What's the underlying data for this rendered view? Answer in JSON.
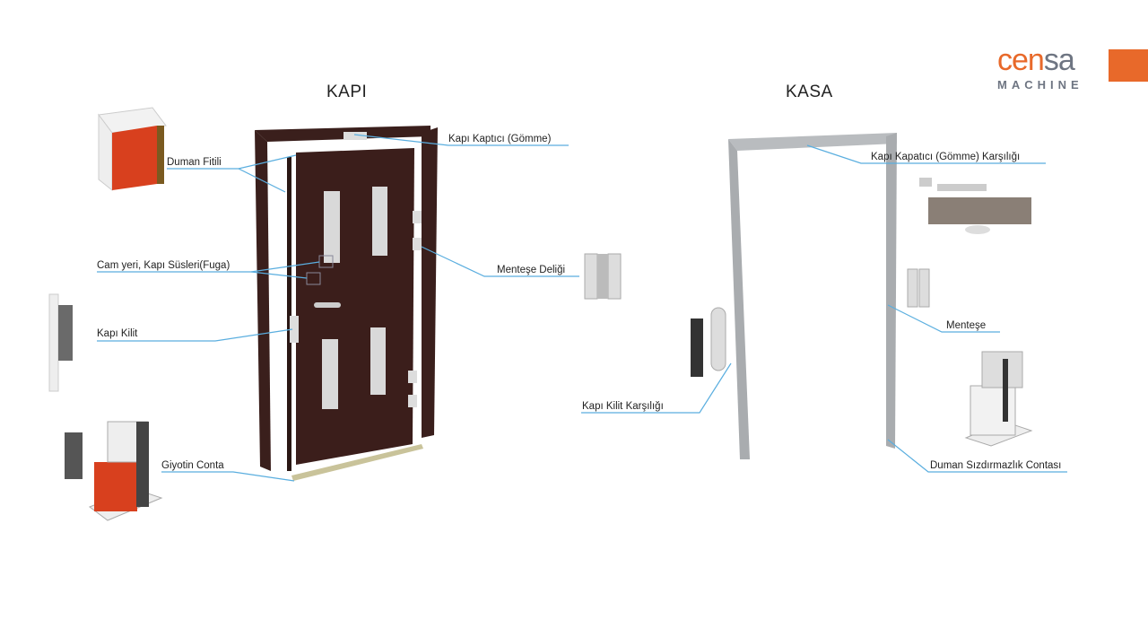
{
  "logo": {
    "brand_a": "cen",
    "brand_b": "sa",
    "sub": "MACHINE",
    "accent": "#e8692a"
  },
  "sections": {
    "door": "KAPI",
    "frame": "KASA"
  },
  "door_labels": {
    "smoke_seal": "Duman Fitili",
    "closer": "Kapı Kaptıcı (Gömme)",
    "glass": "Cam yeri, Kapı Süsleri(Fuga)",
    "hinge_hole": "Menteşe Deliği",
    "lock": "Kapı Kilit",
    "guillotine": "Giyotin Conta"
  },
  "frame_labels": {
    "closer_strike": "Kapı Kapatıcı (Gömme) Karşılığı",
    "hinge": "Menteşe",
    "lock_strike": "Kapı Kilit Karşılığı",
    "smoke_gasket": "Duman Sızdırmazlık Contası"
  },
  "colors": {
    "leader": "#5aaedf",
    "door": "#3a1f1c",
    "frame_gray": "#b9bcbf"
  }
}
